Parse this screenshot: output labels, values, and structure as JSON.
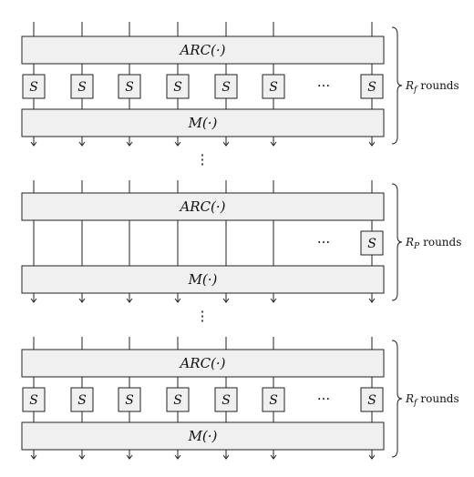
{
  "diagram": {
    "blocks": [
      {
        "top_label": "ARC(·)",
        "sbox_label": "S",
        "sbox_count": 7,
        "ellipsis": "···",
        "bottom_label": "M(·)",
        "rounds_symbol": "R",
        "rounds_sub": "f",
        "rounds_word": "rounds",
        "full": true
      },
      {
        "top_label": "ARC(·)",
        "sbox_label": "S",
        "sbox_count": 1,
        "ellipsis": "···",
        "bottom_label": "M(·)",
        "rounds_symbol": "R",
        "rounds_sub": "P",
        "rounds_word": "rounds",
        "full": false
      },
      {
        "top_label": "ARC(·)",
        "sbox_label": "S",
        "sbox_count": 7,
        "ellipsis": "···",
        "bottom_label": "M(·)",
        "rounds_symbol": "R",
        "rounds_sub": "f",
        "rounds_word": "rounds",
        "full": true
      }
    ],
    "vertical_ellipsis": "⋮"
  }
}
